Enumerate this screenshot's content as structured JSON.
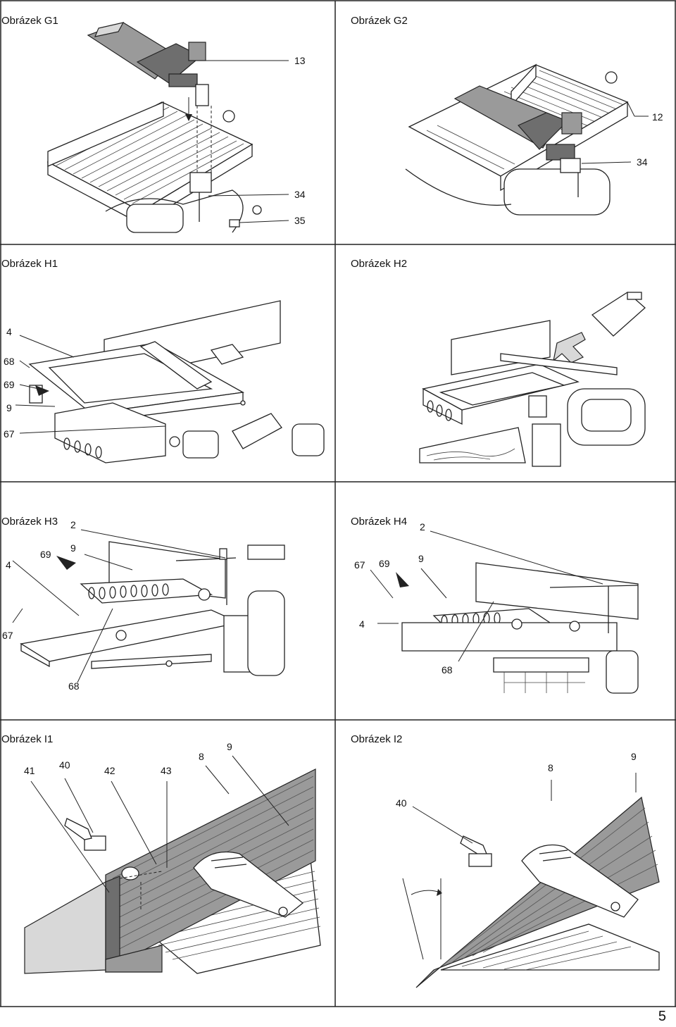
{
  "page_number": "5",
  "panels": [
    {
      "id": "G1",
      "title": "Obrázek G1",
      "callouts": [
        "13",
        "34",
        "35"
      ]
    },
    {
      "id": "G2",
      "title": "Obrázek G2",
      "callouts": [
        "12",
        "34"
      ]
    },
    {
      "id": "H1",
      "title": "Obrázek H1",
      "callouts": [
        "4",
        "68",
        "69",
        "9",
        "67"
      ]
    },
    {
      "id": "H2",
      "title": "Obrázek H2",
      "callouts": []
    },
    {
      "id": "H3",
      "title": "Obrázek H3",
      "callouts": [
        "2",
        "4",
        "69",
        "9",
        "67",
        "68"
      ]
    },
    {
      "id": "H4",
      "title": "Obrázek H4",
      "callouts": [
        "2",
        "67",
        "69",
        "9",
        "4",
        "68"
      ]
    },
    {
      "id": "I1",
      "title": "Obrázek I1",
      "callouts": [
        "41",
        "40",
        "42",
        "43",
        "8",
        "9"
      ]
    },
    {
      "id": "I2",
      "title": "Obrázek I2",
      "callouts": [
        "8",
        "9",
        "40"
      ]
    }
  ]
}
